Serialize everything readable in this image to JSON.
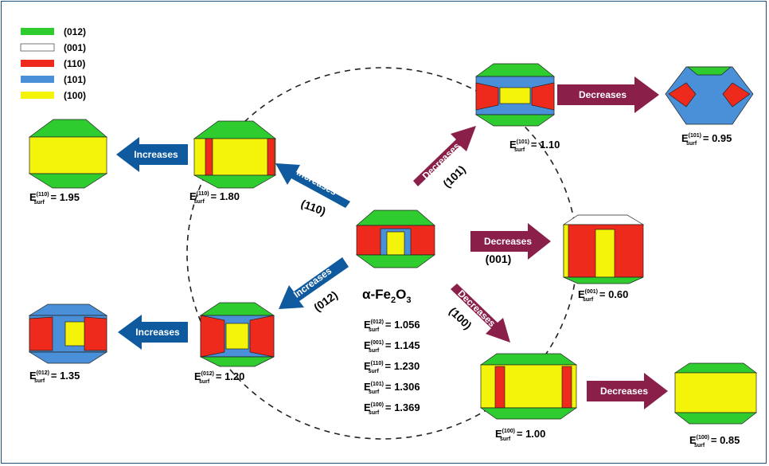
{
  "legend": [
    {
      "label": "(012)",
      "color": "#2ecc2e"
    },
    {
      "label": "(001)",
      "color": "#ffffff"
    },
    {
      "label": "(110)",
      "color": "#ee2a1c"
    },
    {
      "label": "(101)",
      "color": "#4a90d9"
    },
    {
      "label": "(100)",
      "color": "#f4f40a"
    }
  ],
  "colors": {
    "increase": "#0f5a9e",
    "decrease": "#8a1f4a"
  },
  "center": {
    "title_main": "α-Fe",
    "title_sub1": "2",
    "title_mid": "O",
    "title_sub2": "3",
    "energies": [
      {
        "facet": "(012)",
        "value": "= 1.056"
      },
      {
        "facet": "(001)",
        "value": "= 1.145"
      },
      {
        "facet": "(110)",
        "value": "= 1.230"
      },
      {
        "facet": "(101)",
        "value": "= 1.306"
      },
      {
        "facet": "(100)",
        "value": "= 1.369"
      }
    ]
  },
  "energy_symbol": "E",
  "energy_subscript": "surf",
  "crystals": [
    {
      "id": "inc110-1",
      "facet": "(110)",
      "value": "= 1.80"
    },
    {
      "id": "inc110-2",
      "facet": "(110)",
      "value": "= 1.95"
    },
    {
      "id": "inc012-1",
      "facet": "(012)",
      "value": "= 1.20"
    },
    {
      "id": "inc012-2",
      "facet": "(012)",
      "value": "= 1.35"
    },
    {
      "id": "dec101-1",
      "facet": "(101)",
      "value": "= 1.10"
    },
    {
      "id": "dec101-2",
      "facet": "(101)",
      "value": "= 0.95"
    },
    {
      "id": "dec001",
      "facet": "(001)",
      "value": "= 0.60"
    },
    {
      "id": "dec100-1",
      "facet": "(100)",
      "value": "= 1.00"
    },
    {
      "id": "dec100-2",
      "facet": "(100)",
      "value": "= 0.85"
    }
  ],
  "arrows": {
    "increases": "Increases",
    "decreases": "Decreases",
    "facet110": "(110)",
    "facet012": "(012)",
    "facet101": "(101)",
    "facet001": "(001)",
    "facet100": "(100)"
  }
}
